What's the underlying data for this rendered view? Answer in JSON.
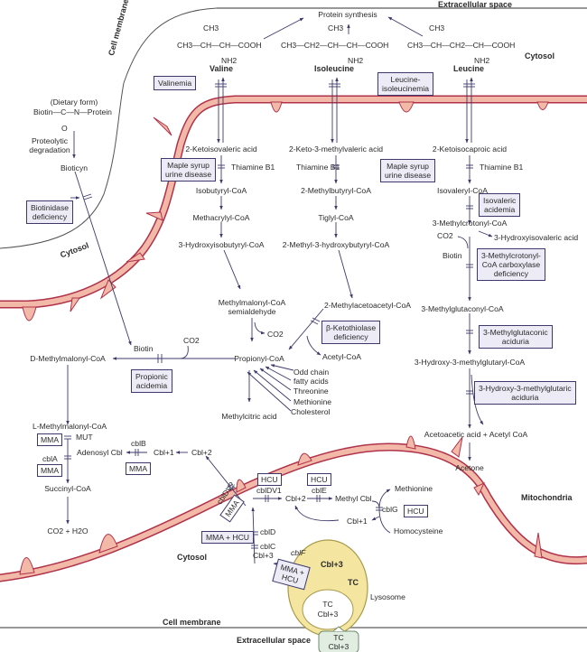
{
  "regions": {
    "extracellular_top": "Extracellular space",
    "cytosol_top": "Cytosol",
    "cell_membrane_left": "Cell membrane",
    "cytosol_left": "Cytosol",
    "mitochondria": "Mitochondria",
    "cytosol_bottom": "Cytosol",
    "cell_membrane_bottom": "Cell membrane",
    "extracellular_bottom": "Extracellular space",
    "lysosome": "Lysosome"
  },
  "top": {
    "protein_synthesis": "Protein synthesis",
    "valine": {
      "name": "Valine",
      "ch3": "CH3",
      "chain": "CH3—CH—CH—COOH",
      "nh2": "NH2"
    },
    "isoleucine": {
      "name": "Isoleucine",
      "ch3": "CH3",
      "chain": "CH3—CH2—CH—CH—COOH",
      "nh2": "NH2"
    },
    "leucine": {
      "name": "Leucine",
      "ch3": "CH3",
      "chain": "CH3—CH—CH2—CH—COOH",
      "nh2": "NH2"
    }
  },
  "biotin_cycle": {
    "dietary_form": "(Dietary form)",
    "biotin_protein": "Biotin—C—N—Protein",
    "oxygen": "O",
    "proteolytic": "Proteolytic",
    "degradation": "degradation",
    "bioticyn": "Bioticyn",
    "biotin": "Biotin"
  },
  "valine_path": {
    "keto": "2-Ketoisovaleric acid",
    "thiamine": "Thiamine B1",
    "step1": "Isobutyryl-CoA",
    "step2": "Methacrylyl-CoA",
    "step3": "3-Hydroxyisobutyryl-CoA",
    "step4a": "Methylmalonyl-CoA",
    "step4b": "semialdehyde"
  },
  "isoleucine_path": {
    "keto": "2-Keto-3-methylvaleric acid",
    "thiamine": "Thiamine B1",
    "step1": "2-Methylbutyryl-CoA",
    "step2": "Tiglyl-CoA",
    "step3": "2-Methyl-3-hydroxybutyryl-CoA",
    "step4": "2-Methylacetoacetyl-CoA",
    "acetyl": "Acetyl-CoA"
  },
  "leucine_path": {
    "keto": "2-Ketoisocaproic acid",
    "thiamine": "Thiamine B1",
    "step1": "Isovaleryl-CoA",
    "step2": "3-Methylcrotonyl-CoA",
    "side": "3-Hydroxyisovaleric acid",
    "co2": "CO2",
    "biotin": "Biotin",
    "step3": "3-Methylglutaconyl-CoA",
    "step4": "3-Hydroxy-3-methylglutaryl-CoA",
    "step5": "Acetoacetic acid + Acetyl CoA",
    "step6": "Acetone"
  },
  "propionyl": {
    "co2_a": "CO2",
    "co2_b": "CO2",
    "propionyl": "Propionyl-CoA",
    "d_mm": "D-Methylmalonyl-CoA",
    "sources": [
      "Odd chain",
      "fatty acids",
      "Threonine",
      "Methionine",
      "Cholesterol"
    ],
    "methylcitric": "Methylcitric acid"
  },
  "b12": {
    "l_mm": "L-Methylmalonyl-CoA",
    "mut": "MUT",
    "cbla": "cblA",
    "succinyl": "Succinyl-CoA",
    "co2_h2o": "CO2 + H2O",
    "cblb": "cblB",
    "adenosyl": "Adenosyl Cbl",
    "cbl1": "Cbl+1",
    "cbl2": "Cbl+2",
    "cbldv2": "cblDV2",
    "cbldv1": "cblDV1",
    "cbl2b": "Cbl+2",
    "cble": "cblE",
    "methylcbl": "Methyl Cbl",
    "methionine": "Methionine",
    "cblg": "cblG",
    "cbl1b": "Cbl+1",
    "homocysteine": "Homocysteine",
    "cbld": "cblD",
    "cblc": "cblC",
    "cbl3": "Cbl+3",
    "cblf": "cblF",
    "lys_cbl3": "Cbl+3",
    "tc": "TC",
    "inner_tc": "TC",
    "inner_cbl3": "Cbl+3",
    "ext_tc": "TC",
    "ext_cbl3": "Cbl+3"
  },
  "disorders": {
    "valinemia": "Valinemia",
    "leucine_iso_1": "Leucine-",
    "leucine_iso_2": "isoleucinemia",
    "msud1_a": "Maple syrup",
    "msud1_b": "urine disease",
    "msud2_a": "Maple syrup",
    "msud2_b": "urine disease",
    "biotinidase_a": "Biotinidase",
    "biotinidase_b": "deficiency",
    "isovaleric_a": "Isovaleric",
    "isovaleric_b": "acidemia",
    "mcc_a": "3-Methylcrotonyl-",
    "mcc_b": "CoA carboxylase",
    "mcc_c": "deficiency",
    "ketothiolase_a": "β-Ketothiolase",
    "ketothiolase_b": "deficiency",
    "mga_a": "3-Methylglutaconic",
    "mga_b": "aciduria",
    "hmg_a": "3-Hydroxy-3-methylglutaric",
    "hmg_b": "aciduria",
    "propionic_a": "Propionic",
    "propionic_b": "acidemia",
    "mma1": "MMA",
    "mma2": "MMA",
    "mma3": "MMA",
    "mma4": "MMA",
    "hcu1": "HCU",
    "hcu2": "HCU",
    "hcu3": "HCU",
    "mma_hcu": "MMA + HCU",
    "mma_hcu2_a": "MMA +",
    "mma_hcu2_b": "HCU"
  },
  "colors": {
    "mito_fill": "#f2b9a8",
    "mito_stroke": "#b0324a",
    "box_fill": "#ecebf6",
    "box_border": "#3d3a6b",
    "arrow": "#3d3a6b",
    "lysosome_fill": "#f4e6a0",
    "lysosome_stroke": "#a89a4a",
    "tc_box_fill": "#e1ede1",
    "tc_box_stroke": "#6f8a6f"
  }
}
